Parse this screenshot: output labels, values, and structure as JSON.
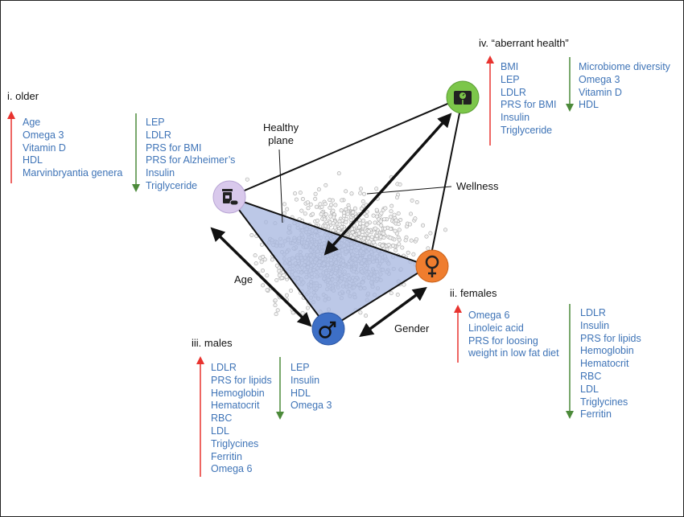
{
  "colors": {
    "text_blue": "#3f74b7",
    "arrow_up": "#e8332f",
    "arrow_down": "#4c8a3a",
    "plane_fill": "#a9b9e0",
    "older_node": "#d9c9ec",
    "aberrant_node": "#7cc64a",
    "females_node": "#ef7d2e",
    "males_node": "#3d6fc6"
  },
  "icons": {
    "older": "medication-icon",
    "aberrant": "scale-icon",
    "females": "female-symbol-icon",
    "males": "male-symbol-icon"
  },
  "labels": {
    "healthy_plane_line1": "Healthy",
    "healthy_plane_line2": "plane",
    "wellness": "Wellness",
    "age": "Age",
    "gender": "Gender"
  },
  "groups": {
    "older": {
      "title": "i. older",
      "up": [
        "Age",
        "Omega 3",
        "Vitamin D",
        "HDL",
        "Marvinbryantia genera"
      ],
      "down": [
        "LEP",
        "LDLR",
        "PRS for BMI",
        "PRS for Alzheimer’s",
        "Insulin",
        "Triglyceride"
      ]
    },
    "aberrant": {
      "title": "iv. “aberrant health”",
      "up": [
        "BMI",
        "LEP",
        "LDLR",
        "PRS for BMI",
        "Insulin",
        "Triglyceride"
      ],
      "down": [
        "Microbiome diversity",
        "Omega 3",
        "Vitamin D",
        "HDL"
      ]
    },
    "females": {
      "title": "ii. females",
      "up": [
        "Omega 6",
        "Linoleic acid",
        "PRS for loosing",
        "weight in low fat diet"
      ],
      "down": [
        "LDLR",
        "Insulin",
        "PRS for lipids",
        "Hemoglobin",
        "Hematocrit",
        "RBC",
        "LDL",
        "Triglycines",
        "Ferritin"
      ]
    },
    "males": {
      "title": "iii. males",
      "up": [
        "LDLR",
        "PRS for lipids",
        "Hemoglobin",
        "Hematocrit",
        "RBC",
        "LDL",
        "Triglycines",
        "Ferritin",
        "Omega 6"
      ],
      "down": [
        "LEP",
        "Insulin",
        "HDL",
        "Omega 3"
      ]
    }
  }
}
